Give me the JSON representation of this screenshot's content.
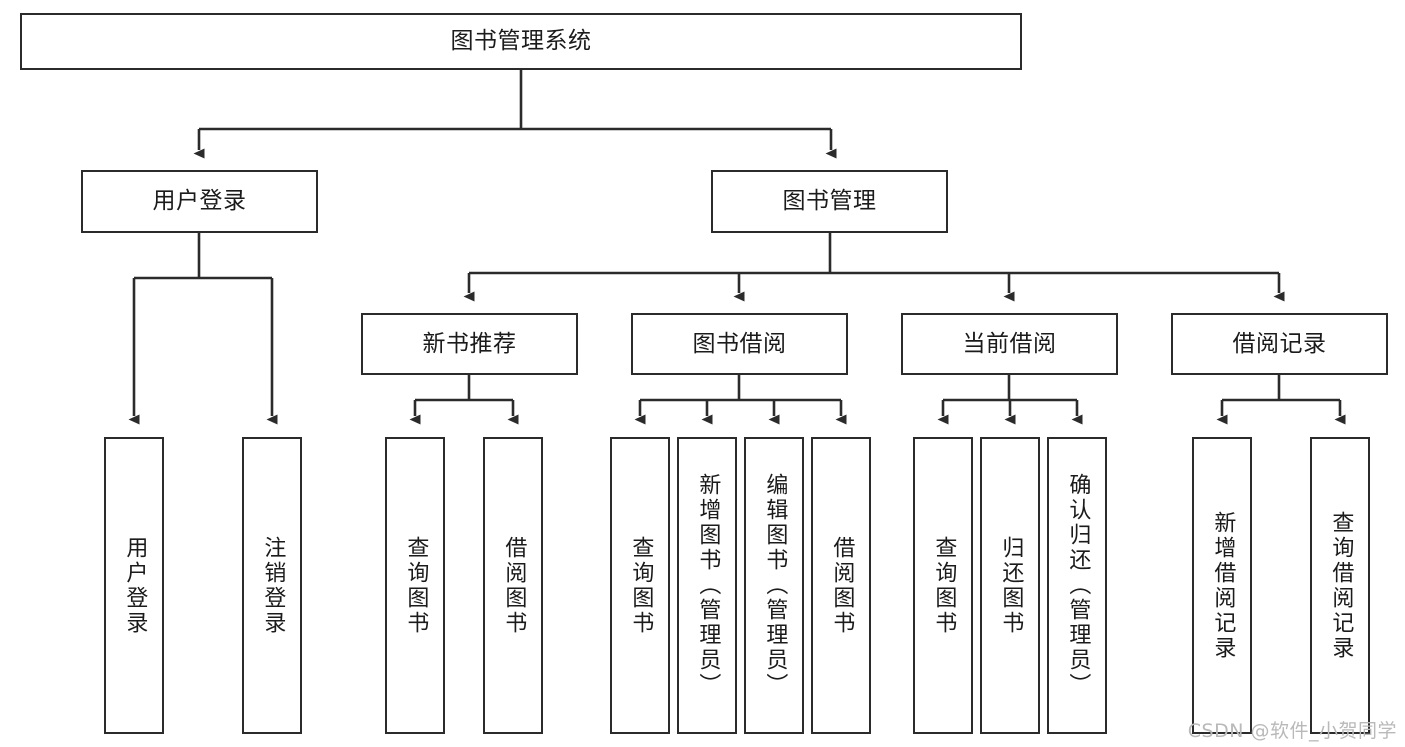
{
  "diagram": {
    "title": "图书管理系统",
    "watermark": "CSDN @软件_小贺同学",
    "stroke_color": "#2b2b2b",
    "background_color": "#ffffff",
    "text_color": "#1b1b1b",
    "watermark_color": "#b9b9b9"
  },
  "nodes": {
    "root": {
      "label": "图书管理系统"
    },
    "level2": [
      {
        "label": "用户登录"
      },
      {
        "label": "图书管理"
      }
    ],
    "level3": [
      {
        "label": "新书推荐"
      },
      {
        "label": "图书借阅"
      },
      {
        "label": "当前借阅"
      },
      {
        "label": "借阅记录"
      }
    ],
    "leaves": {
      "user_login": [
        {
          "label": "用户登录"
        },
        {
          "label": "注销登录"
        }
      ],
      "new_book": [
        {
          "label": "查询图书"
        },
        {
          "label": "借阅图书"
        }
      ],
      "book_borrow": [
        {
          "label": "查询图书"
        },
        {
          "label": "新增图书（管理员）"
        },
        {
          "label": "编辑图书（管理员）"
        },
        {
          "label": "借阅图书"
        }
      ],
      "current_borrow": [
        {
          "label": "查询图书"
        },
        {
          "label": "归还图书"
        },
        {
          "label": "确认归还（管理员）"
        }
      ],
      "borrow_record": [
        {
          "label": "新增借阅记录"
        },
        {
          "label": "查询借阅记录"
        }
      ]
    }
  }
}
